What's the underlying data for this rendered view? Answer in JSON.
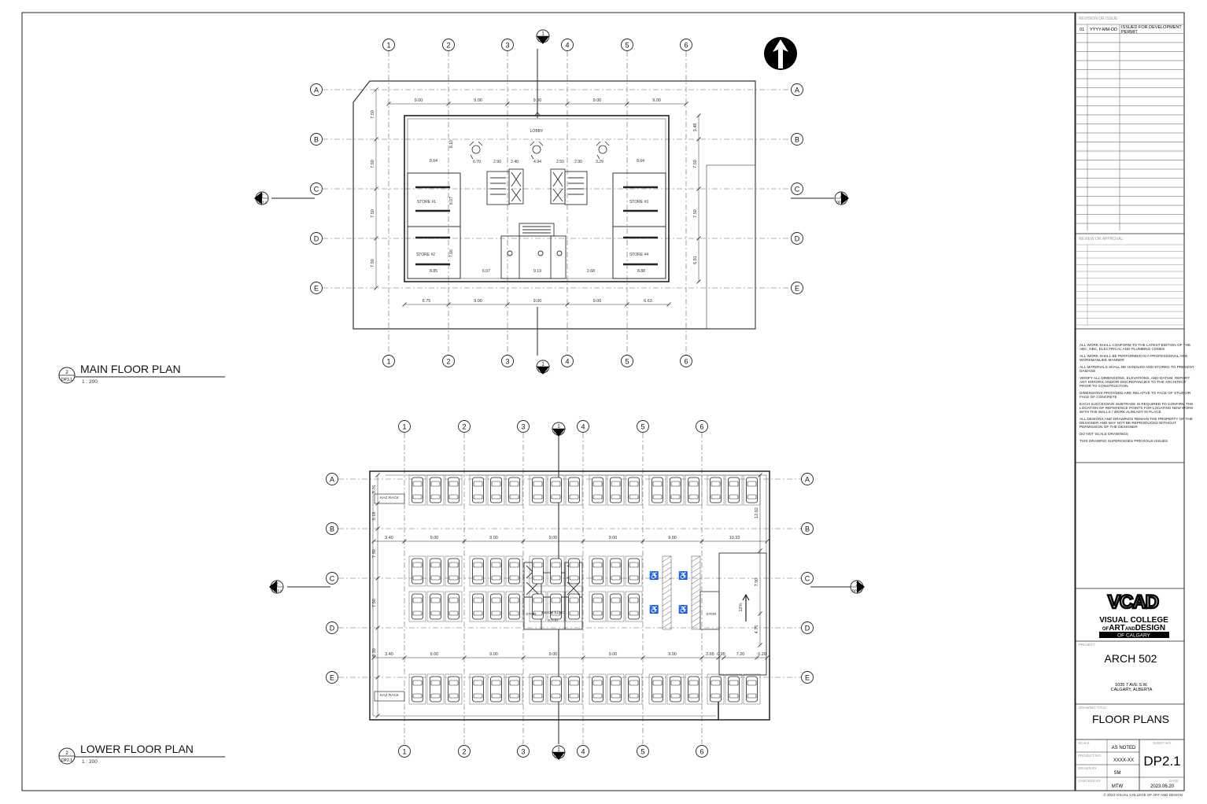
{
  "plans": [
    {
      "title": "MAIN FLOOR PLAN",
      "scale": "1 : 200",
      "view_tag": {
        "num": "2",
        "sheet": "DP3.1"
      },
      "grid_cols": [
        "1",
        "2",
        "3",
        "4",
        "5",
        "6"
      ],
      "grid_rows": [
        "A",
        "B",
        "C",
        "D",
        "E"
      ],
      "section_tag": {
        "num": "1",
        "sheet": "DP3.1"
      },
      "side_tag": {
        "num": "2",
        "sheet": "DP3.1"
      },
      "top_dims": [
        "9.00",
        "9.00",
        "9.00",
        "9.00",
        "9.00"
      ],
      "bottom_dims": [
        "6.75",
        "9.00",
        "9.00",
        "9.00",
        "6.63"
      ],
      "left_dims": [
        "7.50",
        "7.50",
        "7.50",
        "7.50"
      ],
      "right_dims": [
        "3.48",
        "7.50",
        "7.50",
        "6.81"
      ],
      "interior_dims": [
        "8.64",
        "6.70",
        "2.90",
        "2.40",
        "4.94",
        "2.50",
        "2.90",
        "3.29",
        "8.64",
        "8.07",
        "7.66",
        "8.85",
        "6.07",
        "9.19",
        "2.68",
        "8.88",
        "8.10"
      ],
      "room_labels": [
        "LOBBY",
        "STORE #1",
        "STORE #2",
        "STORE #3",
        "STORE #4"
      ]
    },
    {
      "title": "LOWER FLOOR PLAN",
      "scale": "1 : 200",
      "view_tag": {
        "num": "2",
        "sheet": "DP2.1"
      },
      "grid_cols": [
        "1",
        "2",
        "3",
        "4",
        "5",
        "6"
      ],
      "grid_rows": [
        "A",
        "B",
        "C",
        "D",
        "E"
      ],
      "section_tag": {
        "num": "1",
        "sheet": "DP3.1"
      },
      "side_tag": {
        "num": "2",
        "sheet": "DP3.1"
      },
      "upper_dims": [
        "3.40",
        "9.00",
        "9.00",
        "9.00",
        "9.00",
        "9.00",
        "10.32"
      ],
      "lower_dims": [
        "3.40",
        "9.00",
        "9.00",
        "9.00",
        "9.00",
        "9.00",
        "2.65",
        "0.95",
        "7.20",
        "0.20"
      ],
      "left_dims": [
        "3.76",
        "5.18",
        "7.50",
        "7.50",
        "6.30"
      ],
      "right_dims": [
        "12.02",
        "7.50",
        "4.75"
      ],
      "room_labels": [
        "HAZ RACK",
        "HAZ RACK",
        "STOR",
        "MECH ELEC",
        "STOR",
        "STOR",
        "12%"
      ]
    }
  ],
  "title_block": {
    "revisions_header": "REVISION OR ISSUE",
    "revisions": [
      {
        "no": "01",
        "date": "YYYY-MM-DD",
        "desc": "ISSUED FOR DEVELOPMENT PERMIT"
      }
    ],
    "consultants_header": "REVIEW OR APPROVAL",
    "notes": [
      "ALL WORK SHALL CONFORM TO THE LATEST EDITION OF THE ABC, NBC, ELECTRICAL AND PLUMBING CODES",
      "ALL WORK SHALL BE PERFORMED IN A PROFESSIONAL AND WORKMANLIKE MANNER",
      "ALL MATERIALS SHALL BE HANDLED AND STORED TO PREVENT DAMAGE",
      "VERIFY ALL DIMENSIONS, ELEVATIONS, AND DATUM. REPORT ANY ERRORS AND/OR DISCREPANCIES TO THE ARCHITECT PRIOR TO CONSTRUCTION",
      "DIMENSIONS PROVIDED ARE RELATIVE TO FACE OF STUD OR FACE OF CONCRETE",
      "EACH SUCCESSIVE SUBTRADE IS REQUIRED TO CONFIRM THE LOCATION OF REFERENCE POINTS FOR LOCATING NEW WORK WITH THE WALLS / WORK ALREADY IN PLACE",
      "ALL DESIGNS AND DRAWINGS REMAIN THE PROPERTY OF THE DESIGNER AND MAY NOT BE REPRODUCED WITHOUT PERMISSION OF THE DESIGNER",
      "DO NOT SCALE DRAWINGS",
      "THIS DRAWING SUPERCEDES PREVIOUS ISSUES"
    ],
    "logo_mark": "VCAD",
    "logo_line1": "VISUAL COLLEGE",
    "logo_line2_small": "OF",
    "logo_line2_a": "ART",
    "logo_line2_and": "AND",
    "logo_line2_b": "DESIGN",
    "logo_line3": "OF CALGARY",
    "project_label": "PROJECT",
    "project": "ARCH 502",
    "address_line1": "1035 7 AVE S.W.",
    "address_line2": "CALGARY, ALBERTA",
    "sheet_title_label": "DRAWING TITLE",
    "sheet_title": "FLOOR PLANS",
    "scale_label": "SCALE",
    "scale": "AS NOTED",
    "project_no_label": "PROJECT NO.",
    "project_no": "XXXX-XX",
    "drawn_label": "DRAWN BY",
    "drawn_by": "SM",
    "checked_label": "CHECKED BY",
    "checked_by": "MTW",
    "sheet_label": "SHEET NO.",
    "date_label": "DATE",
    "sheet_no": "DP2.1",
    "date": "2023.06.20",
    "copyright": "© 2023 VISUAL COLLEGE OF ART AND DESIGN"
  }
}
